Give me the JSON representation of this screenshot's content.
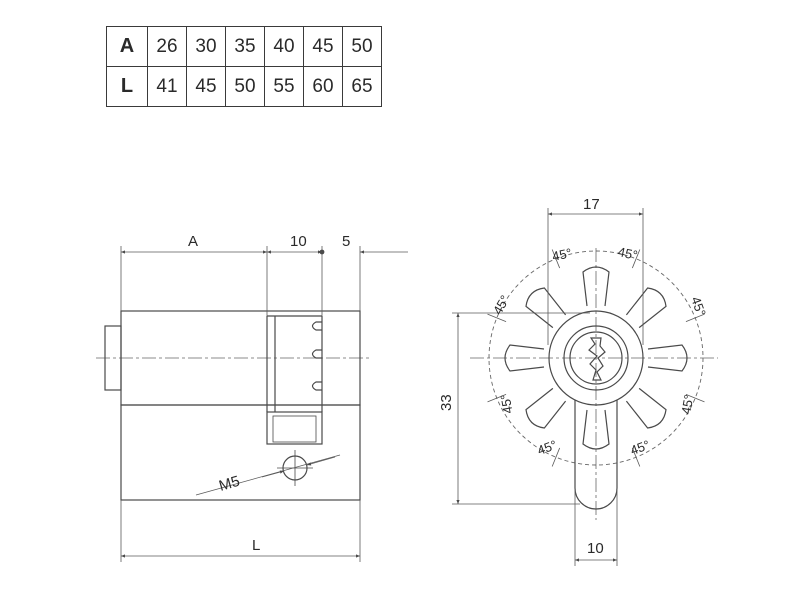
{
  "table": {
    "rows": [
      {
        "label": "A",
        "values": [
          "26",
          "30",
          "35",
          "40",
          "45",
          "50"
        ]
      },
      {
        "label": "L",
        "values": [
          "41",
          "45",
          "50",
          "55",
          "60",
          "65"
        ]
      }
    ]
  },
  "side_view": {
    "dim_a": "A",
    "dim_10": "10",
    "dim_5": "5",
    "dim_m5": "M5",
    "dim_l": "L"
  },
  "front_view": {
    "dim_17": "17",
    "dim_33": "33",
    "dim_10": "10",
    "angles": [
      "45°",
      "45°",
      "45°",
      "45°",
      "45°",
      "45°",
      "45°",
      "45°"
    ]
  }
}
